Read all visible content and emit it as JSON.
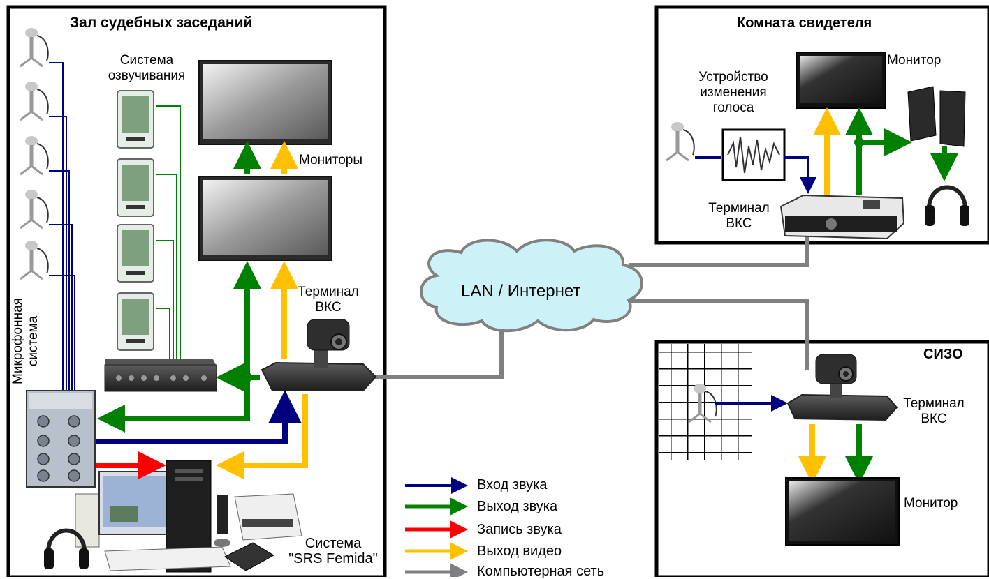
{
  "rooms": {
    "courtroom": "Зал судебных заседаний",
    "witness_room": "Комната свидетеля",
    "sizo": "СИЗО"
  },
  "courtroom": {
    "pa_system": [
      "Система",
      "озвучивания"
    ],
    "monitors": "Мониторы",
    "terminal": [
      "Терминал",
      "ВКС"
    ],
    "mic_system": [
      "Микрофонная",
      "система"
    ],
    "srs_system": [
      "Система",
      "\"SRS Femida\""
    ]
  },
  "network": {
    "cloud_label": "LAN / Интернет"
  },
  "witness": {
    "voice_changer": [
      "Устройство",
      "изменения",
      "голоса"
    ],
    "monitor": "Монитор",
    "terminal": [
      "Терминал",
      "ВКС"
    ]
  },
  "sizo": {
    "terminal": [
      "Терминал",
      "ВКС"
    ],
    "monitor": "Монитор"
  },
  "legend": [
    {
      "label": "Вход звука",
      "color": "#00007f"
    },
    {
      "label": "Выход звука",
      "color": "#008000"
    },
    {
      "label": "Запись звука",
      "color": "#ff0000"
    },
    {
      "label": "Выход видео",
      "color": "#ffc000"
    },
    {
      "label": "Компьютерная сеть",
      "color": "#808080"
    }
  ],
  "colors": {
    "audio_in": "#00007f",
    "audio_out": "#008000",
    "audio_rec": "#ff0000",
    "video_out": "#ffc000",
    "network": "#808080",
    "cloud": "#ccf2f7"
  }
}
